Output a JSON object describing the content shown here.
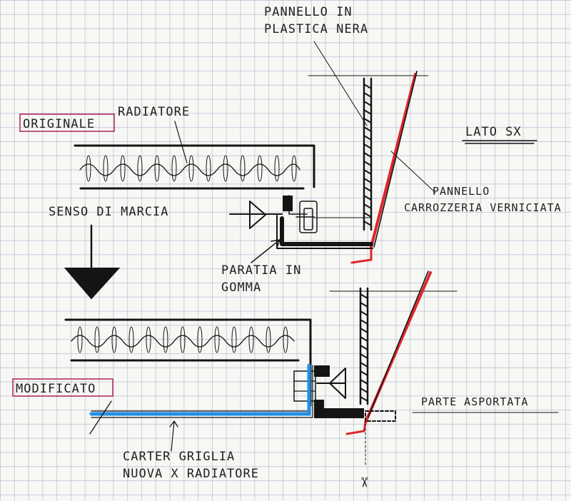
{
  "sheet": {
    "label_originale": "ORIGINALE",
    "label_modificato": "MODIFICATO",
    "label_radiatore": "RADIATORE",
    "label_pannello_plastica_1": "PANNELLO IN",
    "label_pannello_plastica_2": "PLASTICA NERA",
    "label_lato": "LATO SX",
    "label_pannello_carrozzeria_1": "PANNELLO",
    "label_pannello_carrozzeria_2": "CARROZZERIA VERNICIATA",
    "label_senso": "SENSO DI MARCIA",
    "label_paratia_1": "PARATIA IN",
    "label_paratia_2": "GOMMA",
    "label_parte": "PARTE ASPORTATA",
    "label_carter_1": "CARTER GRIGLIA",
    "label_carter_2": "NUOVA X RADIATORE",
    "scissors_glyph": "✂"
  },
  "colors": {
    "ink": "#141414",
    "paint_panel": "#e0262b",
    "new_grille_carter": "#1f8fe6",
    "label_box": "#b0215a",
    "grid": "#8ca0c8"
  }
}
